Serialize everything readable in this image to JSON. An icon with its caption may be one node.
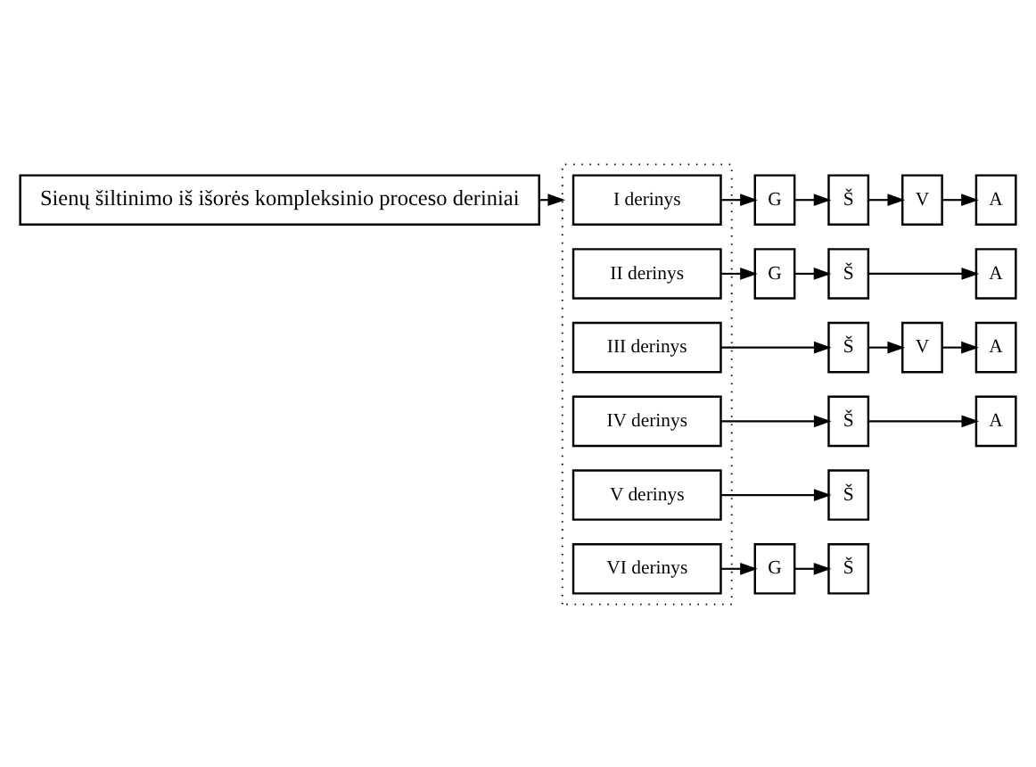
{
  "diagram": {
    "nodes": [
      {
        "text": [
          "Sienų šiltinimo iš išorės kompleksinio proceso deriniai"
        ]
      },
      {
        "text": [],
        "shape": "box"
      },
      {
        "text": [
          "I derinys"
        ],
        "in": 1
      },
      {
        "text": [
          "G"
        ]
      },
      {
        "text": [
          "Š"
        ]
      },
      {
        "text": [
          "V"
        ]
      },
      {
        "text": [
          "A"
        ]
      },
      {
        "text": [
          "II derinys"
        ],
        "in": 1
      },
      {
        "text": [
          "G"
        ]
      },
      {
        "text": [
          "Š"
        ]
      },
      {
        "text": [
          "A"
        ]
      },
      {
        "text": [
          "III derinys"
        ],
        "in": 1
      },
      {
        "text": [
          "Š"
        ]
      },
      {
        "text": [
          "V"
        ]
      },
      {
        "text": [
          "A"
        ]
      },
      {
        "text": [
          "IV derinys"
        ],
        "in": 1
      },
      {
        "text": [
          "Š"
        ]
      },
      {
        "text": [
          "A"
        ]
      },
      {
        "text": [
          "V derinys"
        ],
        "in": 1
      },
      {
        "text": [
          "Š"
        ]
      },
      {
        "text": [
          "VI derinys"
        ],
        "in": 1
      },
      {
        "text": [
          "G"
        ]
      },
      {
        "text": [
          "Š"
        ]
      }
    ],
    "edges": [
      {
        "from": 0,
        "to": 1,
        "arrow": "to"
      },
      {
        "from": 2,
        "to": 3,
        "arrow": "to"
      },
      {
        "from": 3,
        "to": 4,
        "arrow": "to"
      },
      {
        "from": 4,
        "to": 5,
        "arrow": "to"
      },
      {
        "from": 5,
        "to": 6,
        "arrow": "to"
      },
      {
        "from": 7,
        "to": 8,
        "arrow": "to"
      },
      {
        "from": 8,
        "to": 9,
        "arrow": "to"
      },
      {
        "from": 9,
        "to": 10,
        "arrow": "to"
      },
      {
        "from": 11,
        "to": 12,
        "arrow": "to"
      },
      {
        "from": 12,
        "to": 13,
        "arrow": "to"
      },
      {
        "from": 13,
        "to": 14,
        "arrow": "to"
      },
      {
        "from": 15,
        "to": 16,
        "arrow": "to"
      },
      {
        "from": 16,
        "to": 17,
        "arrow": "to"
      },
      {
        "from": 18,
        "to": 19,
        "arrow": "to"
      },
      {
        "from": 20,
        "to": 21,
        "arrow": "to"
      },
      {
        "from": 21,
        "to": 22,
        "arrow": "to"
      }
    ]
  }
}
